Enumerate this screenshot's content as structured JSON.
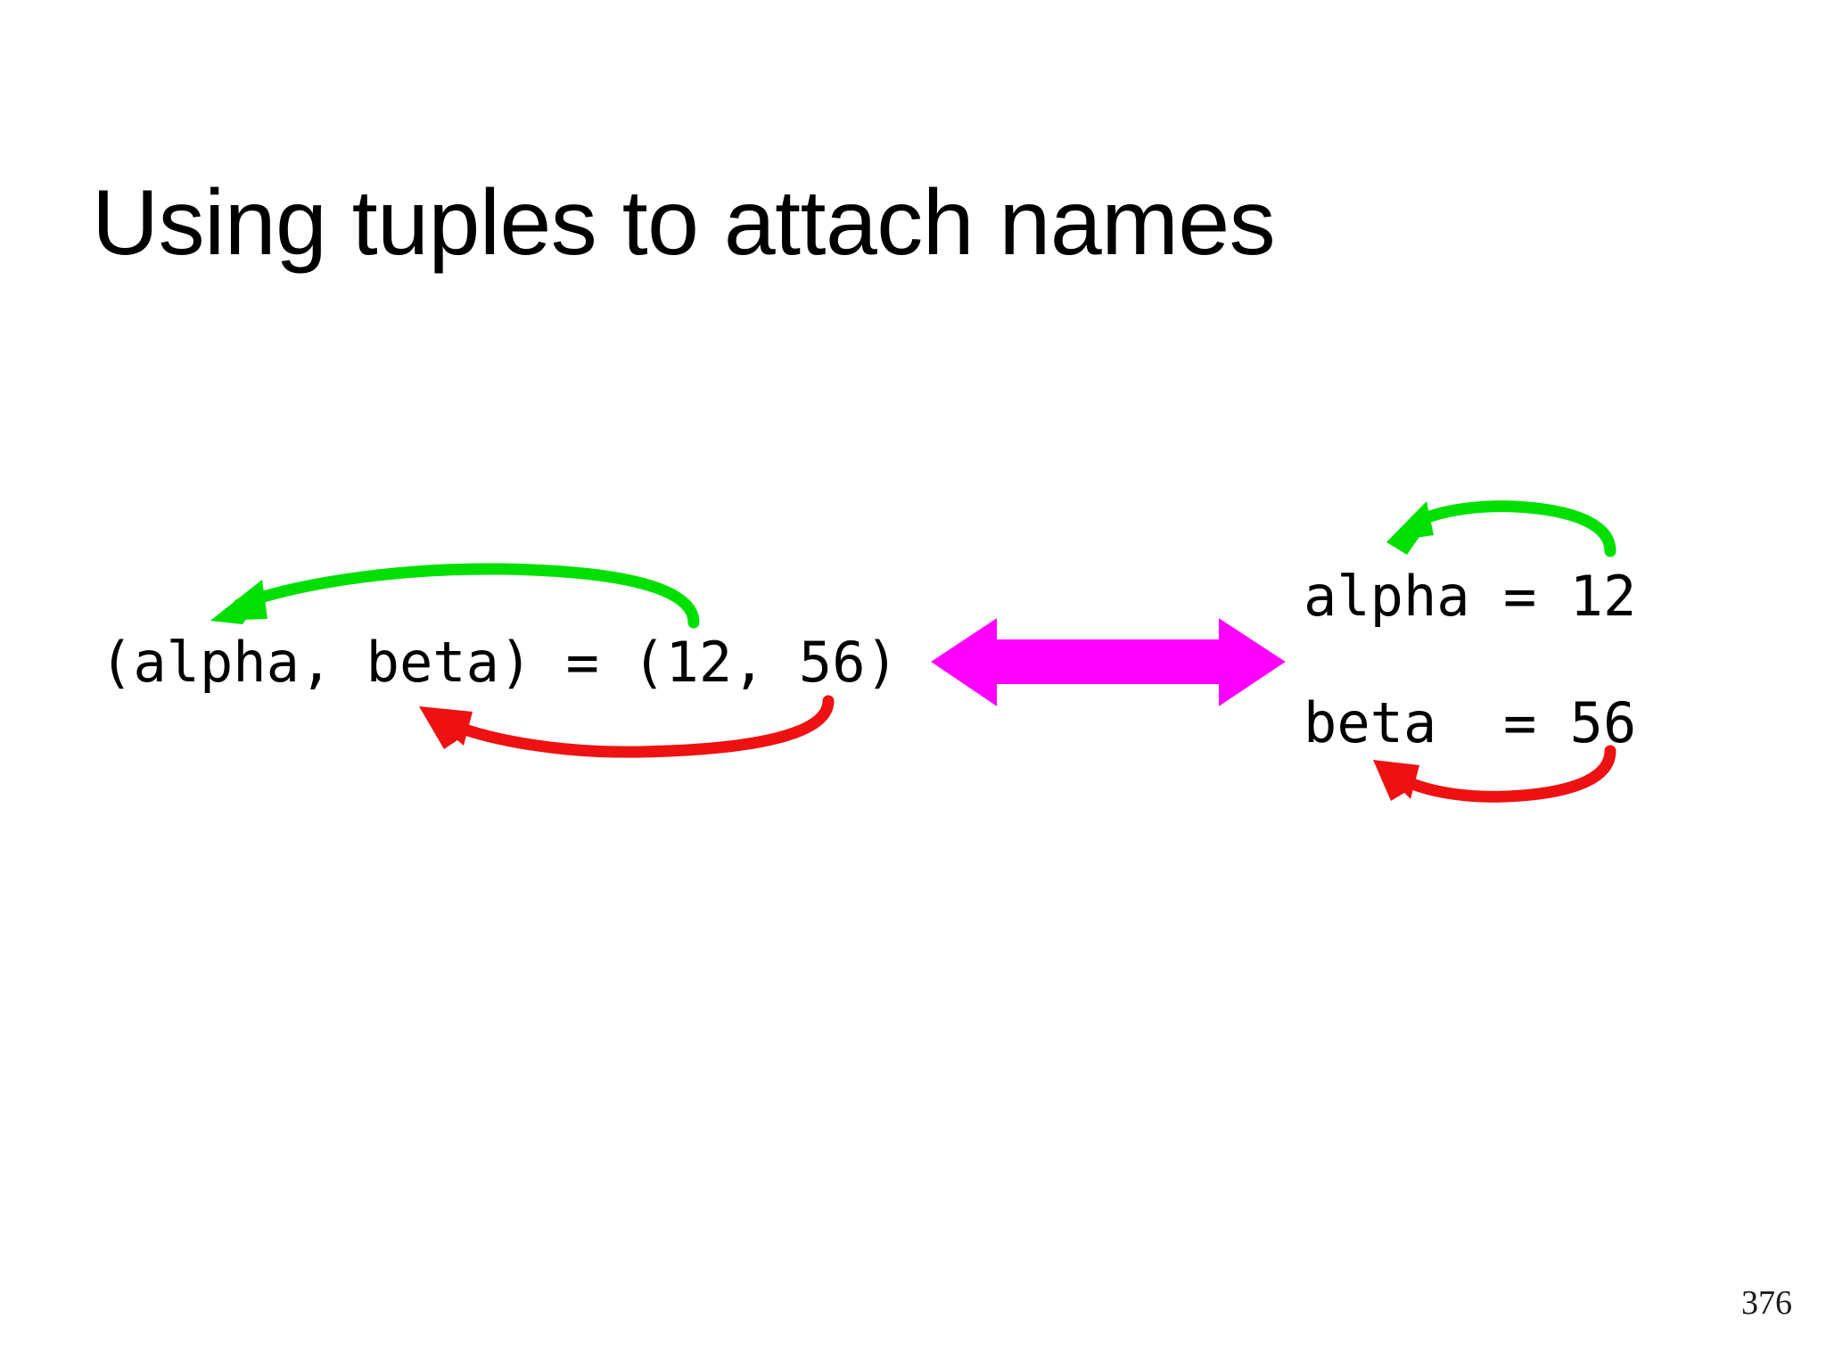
{
  "slide": {
    "title": "Using tuples to attach names",
    "page_number": "376",
    "background_color": "#ffffff"
  },
  "left_block": {
    "name": "tuple-assignment",
    "code": "(alpha, beta) = (12, 56)",
    "text_color": "#000000"
  },
  "right_block": {
    "name": "individual-assignments",
    "lines": [
      {
        "code": "alpha = 12",
        "variable": "alpha",
        "value": "12"
      },
      {
        "code": "beta  = 56",
        "variable": "beta",
        "value": "56"
      }
    ],
    "text_color": "#000000"
  },
  "annotations": {
    "equivalence_arrow": {
      "icon": "double-headed-arrow-icon",
      "color": "#ff00ff",
      "direction": "bidirectional",
      "meaning": "equivalent-to"
    },
    "mapping_arrows": [
      {
        "icon": "curved-arrow-icon",
        "color": "#00e000",
        "name": "alpha-mapping-arrow-left",
        "from": "12",
        "to": "alpha"
      },
      {
        "icon": "curved-arrow-icon",
        "color": "#ee1111",
        "name": "beta-mapping-arrow-left",
        "from": "56",
        "to": "beta"
      },
      {
        "icon": "curved-arrow-icon",
        "color": "#00e000",
        "name": "alpha-mapping-arrow-right",
        "from": "12",
        "to": "alpha"
      },
      {
        "icon": "curved-arrow-icon",
        "color": "#ee1111",
        "name": "beta-mapping-arrow-right",
        "from": "56",
        "to": "beta"
      }
    ]
  },
  "colors": {
    "green": "#00e000",
    "red": "#ee1111",
    "magenta": "#ff00ff",
    "text": "#000000"
  }
}
